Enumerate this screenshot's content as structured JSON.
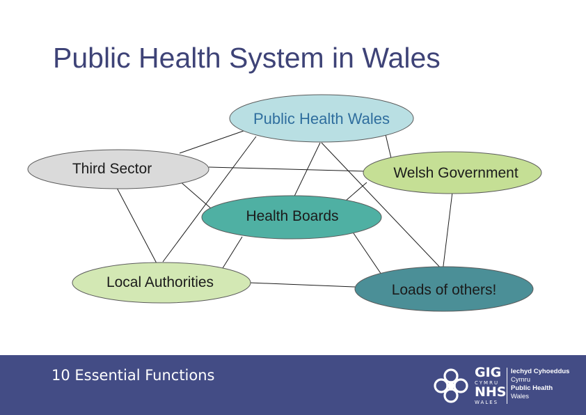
{
  "slide": {
    "title": "Public Health System in Wales"
  },
  "diagram": {
    "nodes": [
      {
        "id": "public-health-wales",
        "label": "Public Health Wales",
        "fill": "#b9dfe3"
      },
      {
        "id": "third-sector",
        "label": "Third Sector",
        "fill": "#dadada"
      },
      {
        "id": "welsh-government",
        "label": "Welsh Government",
        "fill": "#c5df95"
      },
      {
        "id": "health-boards",
        "label": "Health Boards",
        "fill": "#4fb0a3"
      },
      {
        "id": "local-authorities",
        "label": "Local Authorities",
        "fill": "#d3e8b4"
      },
      {
        "id": "loads-of-others",
        "label": "Loads of others!",
        "fill": "#4b8f97"
      }
    ],
    "edges": [
      [
        "public-health-wales",
        "third-sector"
      ],
      [
        "public-health-wales",
        "local-authorities"
      ],
      [
        "public-health-wales",
        "health-boards"
      ],
      [
        "public-health-wales",
        "loads-of-others"
      ],
      [
        "public-health-wales",
        "welsh-government"
      ],
      [
        "third-sector",
        "welsh-government"
      ],
      [
        "third-sector",
        "local-authorities"
      ],
      [
        "third-sector",
        "health-boards"
      ],
      [
        "welsh-government",
        "health-boards"
      ],
      [
        "welsh-government",
        "loads-of-others"
      ],
      [
        "health-boards",
        "local-authorities"
      ],
      [
        "health-boards",
        "loads-of-others"
      ],
      [
        "local-authorities",
        "loads-of-others"
      ]
    ]
  },
  "footer": {
    "text": "10 Essential Functions",
    "background": "#434c85",
    "logo": {
      "gig": "GIG",
      "cymru": "CYMRU",
      "nhs": "NHS",
      "wales": "WALES",
      "lines": [
        "Iechyd Cyhoeddus",
        "Cymru",
        "Public Health",
        "Wales"
      ]
    }
  }
}
